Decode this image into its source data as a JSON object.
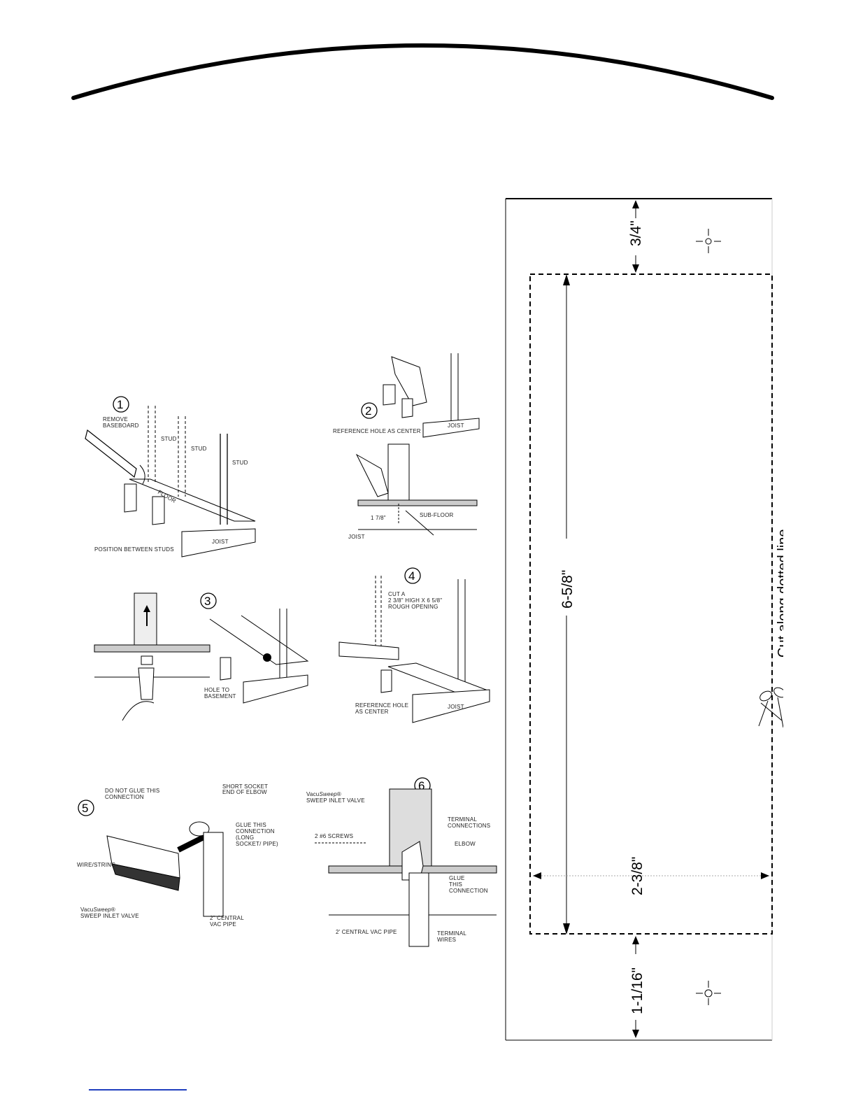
{
  "page": {
    "footer_link": ""
  },
  "steps": [
    {
      "number": "1",
      "labels": [
        "REMOVE",
        "BASEBOARD",
        "STUD",
        "STUD",
        "STUD",
        "FLOOR",
        "POSITION BETWEEN STUDS",
        "JOIST"
      ]
    },
    {
      "number": "2",
      "labels": [
        "REFERENCE HOLE AS CENTER",
        "JOIST",
        "1 7/8\"",
        "SUB-FLOOR",
        "JOIST"
      ]
    },
    {
      "number": "3",
      "labels": [
        "HOLE TO",
        "BASEMENT"
      ]
    },
    {
      "number": "4",
      "labels": [
        "CUT A",
        "2 3/8\" HIGH X 6 5/8\"",
        "ROUGH OPENING",
        "REFERENCE HOLE",
        "AS CENTER",
        "JOIST"
      ]
    },
    {
      "number": "5",
      "labels": [
        "DO NOT GLUE THIS",
        "CONNECTION",
        "SHORT SOCKET",
        "END OF ELBOW",
        "GLUE THIS",
        "CONNECTION",
        "(LONG",
        "SOCKET/ PIPE)",
        "WIRE/STRING",
        "Vacu",
        "Sweep",
        "®",
        "SWEEP INLET VALVE",
        "2\" CENTRAL",
        "VAC PIPE"
      ]
    },
    {
      "number": "6",
      "labels": [
        "Vacu",
        "Sweep",
        "®",
        "SWEEP INLET VALVE",
        "TERMINAL",
        "CONNECTIONS",
        "2 #6 SCREWS",
        "ELBOW",
        "GLUE",
        "THIS",
        "CONNECTION",
        "2' CENTRAL VAC PIPE",
        "TERMINAL",
        "WIRES"
      ]
    }
  ],
  "template": {
    "dim_top": "3/4\"",
    "dim_height": "6-5/8\"",
    "dim_width": "2-3/8\"",
    "dim_bottom": "1-1/16\"",
    "cut_instruction": "Cut along dotted line."
  }
}
